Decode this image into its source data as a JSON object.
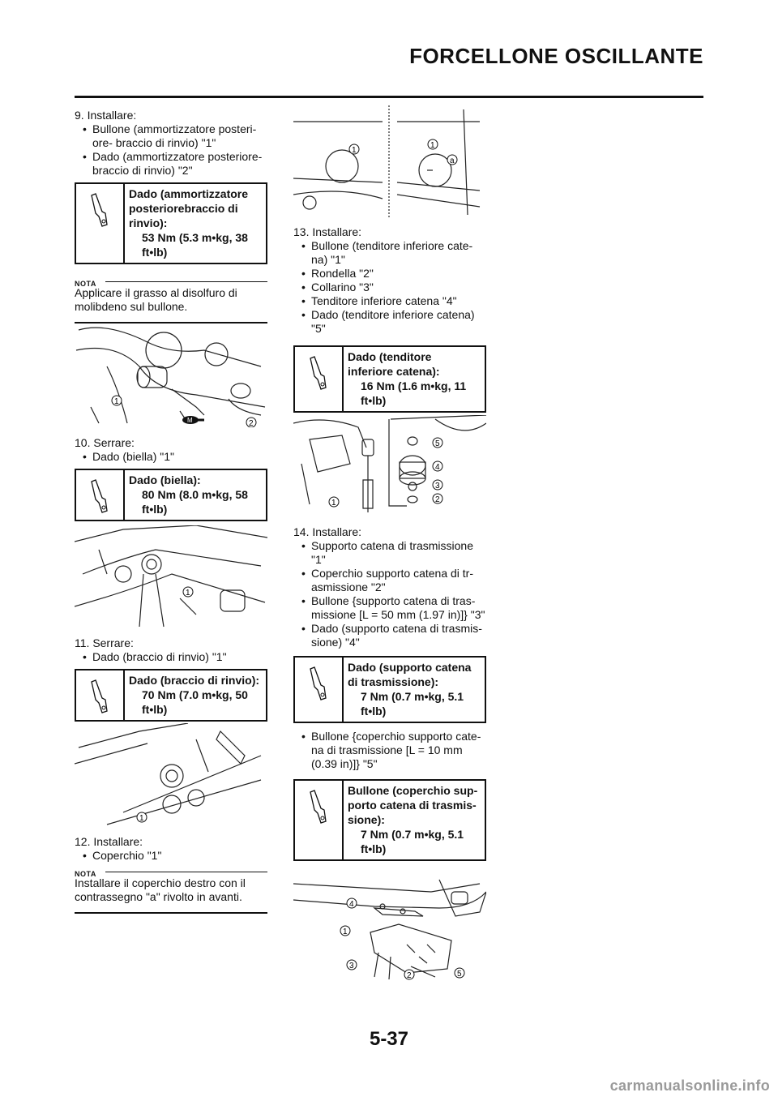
{
  "header": {
    "title": "FORCELLONE OSCILLANTE"
  },
  "steps": {
    "s9": {
      "head": "9. Installare:",
      "items": [
        "Bullone (ammortizzatore posteri- ore- braccio di rinvio) \"1\"",
        "Dado (ammortizzatore posteriore- braccio di rinvio) \"2\""
      ],
      "torque": {
        "label": "Dado (ammortizzatore posteriorebraccio di rinvio):",
        "value": "53 Nm (5.3 m•kg, 38 ft•lb)"
      },
      "nota": {
        "label": "NOTA",
        "text": "Applicare il grasso al disolfuro di molibdeno sul bullone."
      }
    },
    "s10": {
      "head": "10. Serrare:",
      "items": [
        "Dado (biella) \"1\""
      ],
      "torque": {
        "label": "Dado (biella):",
        "value": "80 Nm (8.0 m•kg, 58 ft•lb)"
      }
    },
    "s11": {
      "head": "11. Serrare:",
      "items": [
        "Dado (braccio di rinvio) \"1\""
      ],
      "torque": {
        "label": "Dado (braccio di rinvio):",
        "value": "70 Nm (7.0 m•kg, 50 ft•lb)"
      }
    },
    "s12": {
      "head": "12. Installare:",
      "items": [
        "Coperchio \"1\""
      ],
      "nota": {
        "label": "NOTA",
        "text": "Installare il coperchio destro con il contrassegno \"a\" rivolto in avanti."
      }
    },
    "s13": {
      "head": "13. Installare:",
      "items": [
        "Bullone (tenditore inferiore cate- na) \"1\"",
        "Rondella \"2\"",
        "Collarino \"3\"",
        "Tenditore inferiore catena \"4\"",
        "Dado (tenditore inferiore catena) \"5\""
      ],
      "torque": {
        "label": "Dado (tenditore inferiore catena):",
        "value": "16 Nm (1.6 m•kg, 11 ft•lb)"
      }
    },
    "s14": {
      "head": "14. Installare:",
      "items": [
        "Supporto catena di trasmissione \"1\"",
        "Coperchio supporto catena di tr- asmissione \"2\"",
        "Bullone {supporto catena di tras- missione [L = 50 mm (1.97 in)]} \"3\"",
        "Dado (supporto catena di trasmis- sione) \"4\""
      ],
      "torque": {
        "label": "Dado (supporto catena di trasmissione):",
        "value": "7 Nm (0.7 m•kg, 5.1 ft•lb)"
      },
      "items2": [
        "Bullone {coperchio supporto cate- na di trasmissione [L = 10 mm (0.39 in)]} \"5\""
      ],
      "torque2": {
        "label": "Bullone (coperchio sup- porto catena di trasmis- sione):",
        "value": "7 Nm (0.7 m•kg, 5.1 ft•lb)"
      }
    }
  },
  "callouts": {
    "c1": "1",
    "c2": "2",
    "c3": "3",
    "c4": "4",
    "c5": "5",
    "ca": "a",
    "cm": "M"
  },
  "footer": {
    "page": "5-37"
  },
  "watermark": "carmanualsonline.info",
  "icons": {
    "torque": "torque-wrench-icon"
  }
}
